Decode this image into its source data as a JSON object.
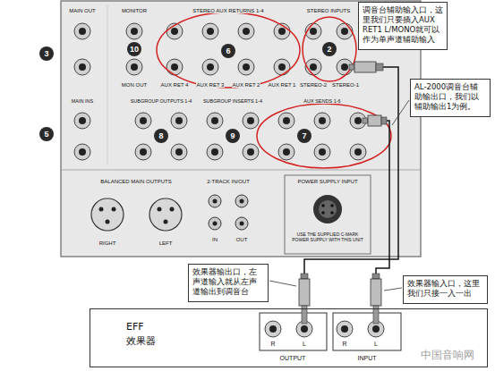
{
  "diagram": {
    "nodes": [
      {
        "text": [
          "调音台辅助输入口，这里我们只要插入AUX RET1 L/MONO就可以作为单声道辅助输入"
        ]
      },
      {
        "text": [
          "AL-2000调音台辅助输出口，我们以辅助输出1为例。"
        ]
      },
      {
        "text": [
          "效果器输出口，左声道输入就从左声道输出到调音台"
        ]
      },
      {
        "text": [
          "效果器输入口，这里我们只接一入一出"
        ]
      },
      {
        "text": [
          "EFF",
          "效果器"
        ]
      }
    ],
    "labels": [
      "3",
      "5",
      "MAIN OUT",
      "MONITOR",
      "STEREO AUX RETURNS 1-4",
      "STEREO INPUTS",
      "10",
      "6",
      "2",
      "MON OUT",
      "AUX RET 4",
      "AUX RET 3",
      "AUX RET 2",
      "AUX RET 1",
      "STEREO-2",
      "STEREO-1",
      "MAIN INS",
      "SUBGROUP OUTPUTS 1-4",
      "SUBGROUP INSERTS 1-4",
      "AUX SENDS 1-6",
      "8",
      "9",
      "7",
      "BALANCED MAIN OUTPUTS",
      "RIGHT",
      "LEFT",
      "2-TRACK IN/OUT",
      "IN",
      "OUT",
      "POWER SUPPLY INPUT",
      "USE THE SUPPLIED C-MARK POWER SUPPLY WITH THIS UNIT",
      "R",
      "L",
      "R",
      "L",
      "OUTPUT",
      "INPUT",
      "中国音响网"
    ]
  }
}
